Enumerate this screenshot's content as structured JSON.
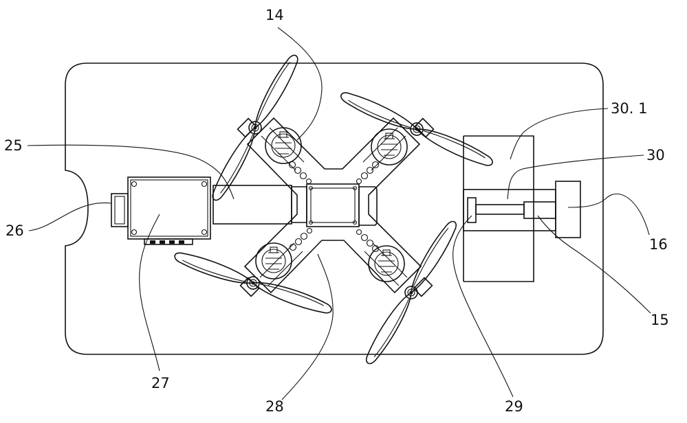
{
  "labels": {
    "l14": "14",
    "l25": "25",
    "l26": "26",
    "l27": "27",
    "l28": "28",
    "l29": "29",
    "l30": "30",
    "l30_1": "30. 1",
    "l16": "16",
    "l15": "15"
  }
}
